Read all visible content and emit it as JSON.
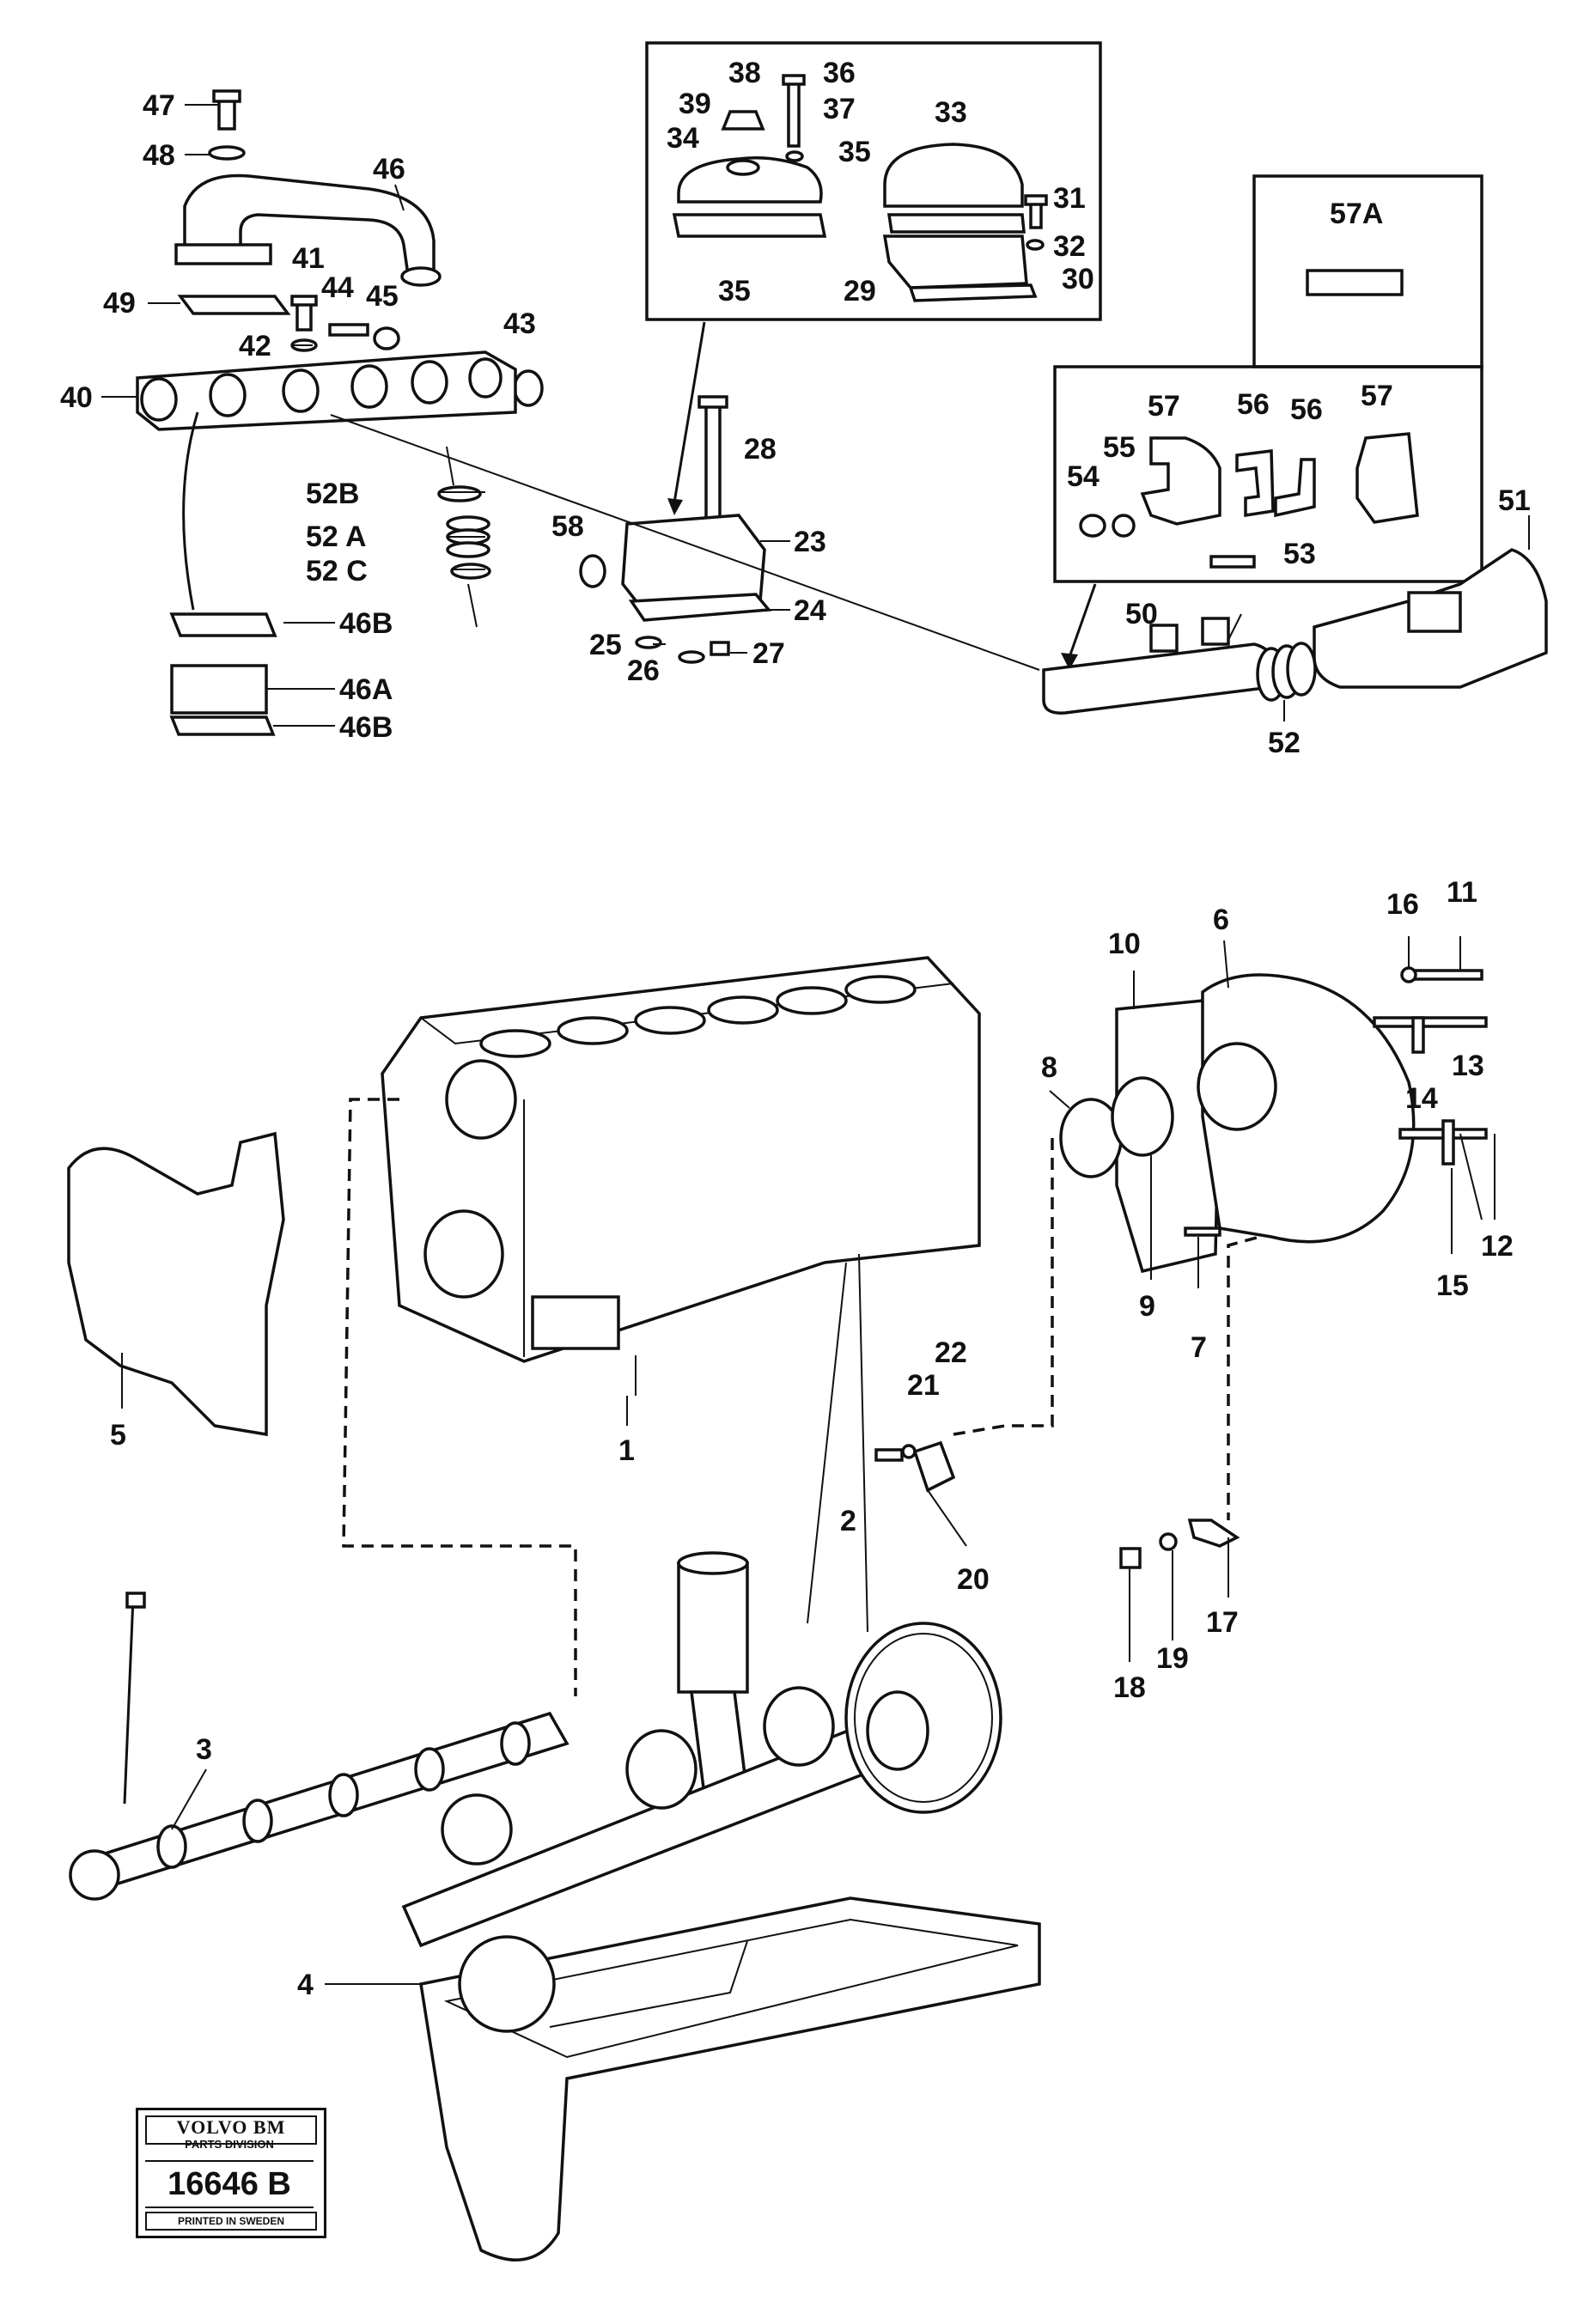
{
  "labels": [
    {
      "id": "47",
      "text": "47"
    },
    {
      "id": "48",
      "text": "48"
    },
    {
      "id": "46",
      "text": "46"
    },
    {
      "id": "41",
      "text": "41"
    },
    {
      "id": "44",
      "text": "44"
    },
    {
      "id": "45",
      "text": "45"
    },
    {
      "id": "49",
      "text": "49"
    },
    {
      "id": "42",
      "text": "42"
    },
    {
      "id": "43",
      "text": "43"
    },
    {
      "id": "40",
      "text": "40"
    },
    {
      "id": "52B",
      "text": "52B"
    },
    {
      "id": "52A",
      "text": "52 A"
    },
    {
      "id": "52C",
      "text": "52 C"
    },
    {
      "id": "46B_top",
      "text": "46B"
    },
    {
      "id": "46A",
      "text": "46A"
    },
    {
      "id": "46B_bottom",
      "text": "46B"
    },
    {
      "id": "38",
      "text": "38"
    },
    {
      "id": "36",
      "text": "36"
    },
    {
      "id": "39",
      "text": "39"
    },
    {
      "id": "37",
      "text": "37"
    },
    {
      "id": "34",
      "text": "34"
    },
    {
      "id": "33",
      "text": "33"
    },
    {
      "id": "35_right",
      "text": "35"
    },
    {
      "id": "31",
      "text": "31"
    },
    {
      "id": "32",
      "text": "32"
    },
    {
      "id": "35_left",
      "text": "35"
    },
    {
      "id": "29",
      "text": "29"
    },
    {
      "id": "30",
      "text": "30"
    },
    {
      "id": "28",
      "text": "28"
    },
    {
      "id": "58",
      "text": "58"
    },
    {
      "id": "23",
      "text": "23"
    },
    {
      "id": "24",
      "text": "24"
    },
    {
      "id": "25",
      "text": "25"
    },
    {
      "id": "26",
      "text": "26"
    },
    {
      "id": "27",
      "text": "27"
    },
    {
      "id": "57A",
      "text": "57A"
    },
    {
      "id": "57_a",
      "text": "57"
    },
    {
      "id": "56_a",
      "text": "56"
    },
    {
      "id": "56_b",
      "text": "56"
    },
    {
      "id": "57_b",
      "text": "57"
    },
    {
      "id": "55",
      "text": "55"
    },
    {
      "id": "54",
      "text": "54"
    },
    {
      "id": "53",
      "text": "53"
    },
    {
      "id": "51",
      "text": "51"
    },
    {
      "id": "50",
      "text": "50"
    },
    {
      "id": "52",
      "text": "52"
    },
    {
      "id": "16",
      "text": "16"
    },
    {
      "id": "11",
      "text": "11"
    },
    {
      "id": "10",
      "text": "10"
    },
    {
      "id": "6",
      "text": "6"
    },
    {
      "id": "13",
      "text": "13"
    },
    {
      "id": "8",
      "text": "8"
    },
    {
      "id": "14",
      "text": "14"
    },
    {
      "id": "12",
      "text": "12"
    },
    {
      "id": "9",
      "text": "9"
    },
    {
      "id": "15",
      "text": "15"
    },
    {
      "id": "7",
      "text": "7"
    },
    {
      "id": "5",
      "text": "5"
    },
    {
      "id": "1",
      "text": "1"
    },
    {
      "id": "22",
      "text": "22"
    },
    {
      "id": "21",
      "text": "21"
    },
    {
      "id": "20",
      "text": "20"
    },
    {
      "id": "2",
      "text": "2"
    },
    {
      "id": "17",
      "text": "17"
    },
    {
      "id": "19",
      "text": "19"
    },
    {
      "id": "18",
      "text": "18"
    },
    {
      "id": "3",
      "text": "3"
    },
    {
      "id": "4",
      "text": "4"
    }
  ],
  "logo": {
    "brand": "VOLVO BM",
    "division": "PARTS DIVISION",
    "number": "16646 B",
    "printed": "PRINTED IN SWEDEN"
  }
}
